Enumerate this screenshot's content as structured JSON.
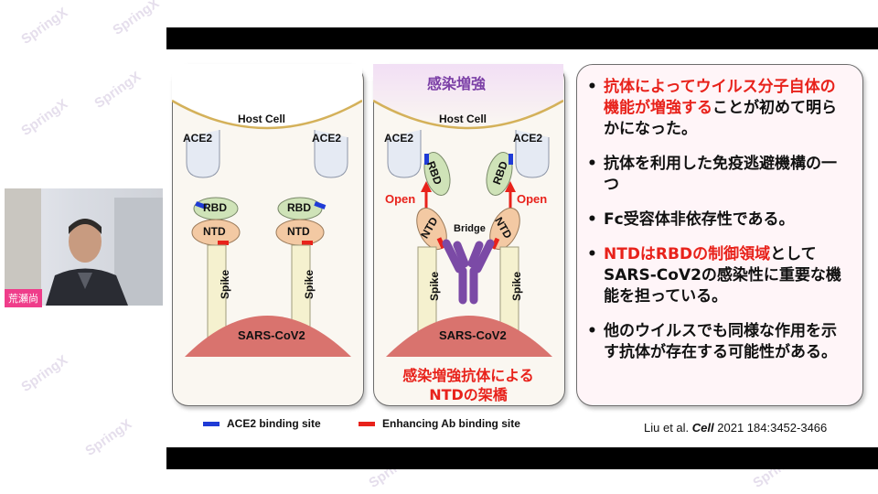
{
  "watermark": "SpringX",
  "presenter": {
    "name": "荒瀬尚"
  },
  "slide": {
    "left_panel": {
      "host_cell": "Host Cell",
      "ace2_left": "ACE2",
      "ace2_right": "ACE2",
      "rbd_left": "RBD",
      "rbd_right": "RBD",
      "ntd_left": "NTD",
      "ntd_right": "NTD",
      "spike_left": "Spike",
      "spike_right": "Spike",
      "virus": "SARS-CoV2"
    },
    "middle_panel": {
      "title": "感染増強",
      "host_cell": "Host Cell",
      "ace2_left": "ACE2",
      "ace2_right": "ACE2",
      "rbd_left": "RBD",
      "rbd_right": "RBD",
      "open_left": "Open",
      "open_right": "Open",
      "ntd_left": "NTD",
      "ntd_right": "NTD",
      "bridge": "Bridge",
      "spike_left": "Spike",
      "spike_right": "Spike",
      "virus": "SARS-CoV2",
      "caption_line1": "感染増強抗体による",
      "caption_line2": "NTDの架橋"
    },
    "bullets": [
      {
        "red": "抗体によってウイルス分子自体の機能が増強する",
        "black": "ことが初めて明らかになった。"
      },
      {
        "red": "",
        "black": "抗体を利用した免疫逃避機構の一つ"
      },
      {
        "red": "",
        "black": "Fc受容体非依存性である。"
      },
      {
        "red": "NTDはRBDの制御領域",
        "black": "としてSARS-CoV2の感染性に重要な機能を担っている。"
      },
      {
        "red": "",
        "black": "他のウイルスでも同様な作用を示す抗体が存在する可能性がある。"
      }
    ],
    "legend": {
      "ace2_binding": "ACE2 binding site",
      "enhancing_binding": "Enhancing Ab binding site"
    },
    "citation": {
      "authors": "Liu et al.",
      "journal": "Cell",
      "ref": "2021 184:3452-3466"
    },
    "colors": {
      "ace2_site": "#1f3bd6",
      "enhancing_site": "#e8221b",
      "virus": "#d9736e",
      "rbd": "#cfe3b8",
      "ntd": "#f3c9a3",
      "antibody": "#7b4aa6",
      "accent_red": "#e8221b"
    }
  }
}
